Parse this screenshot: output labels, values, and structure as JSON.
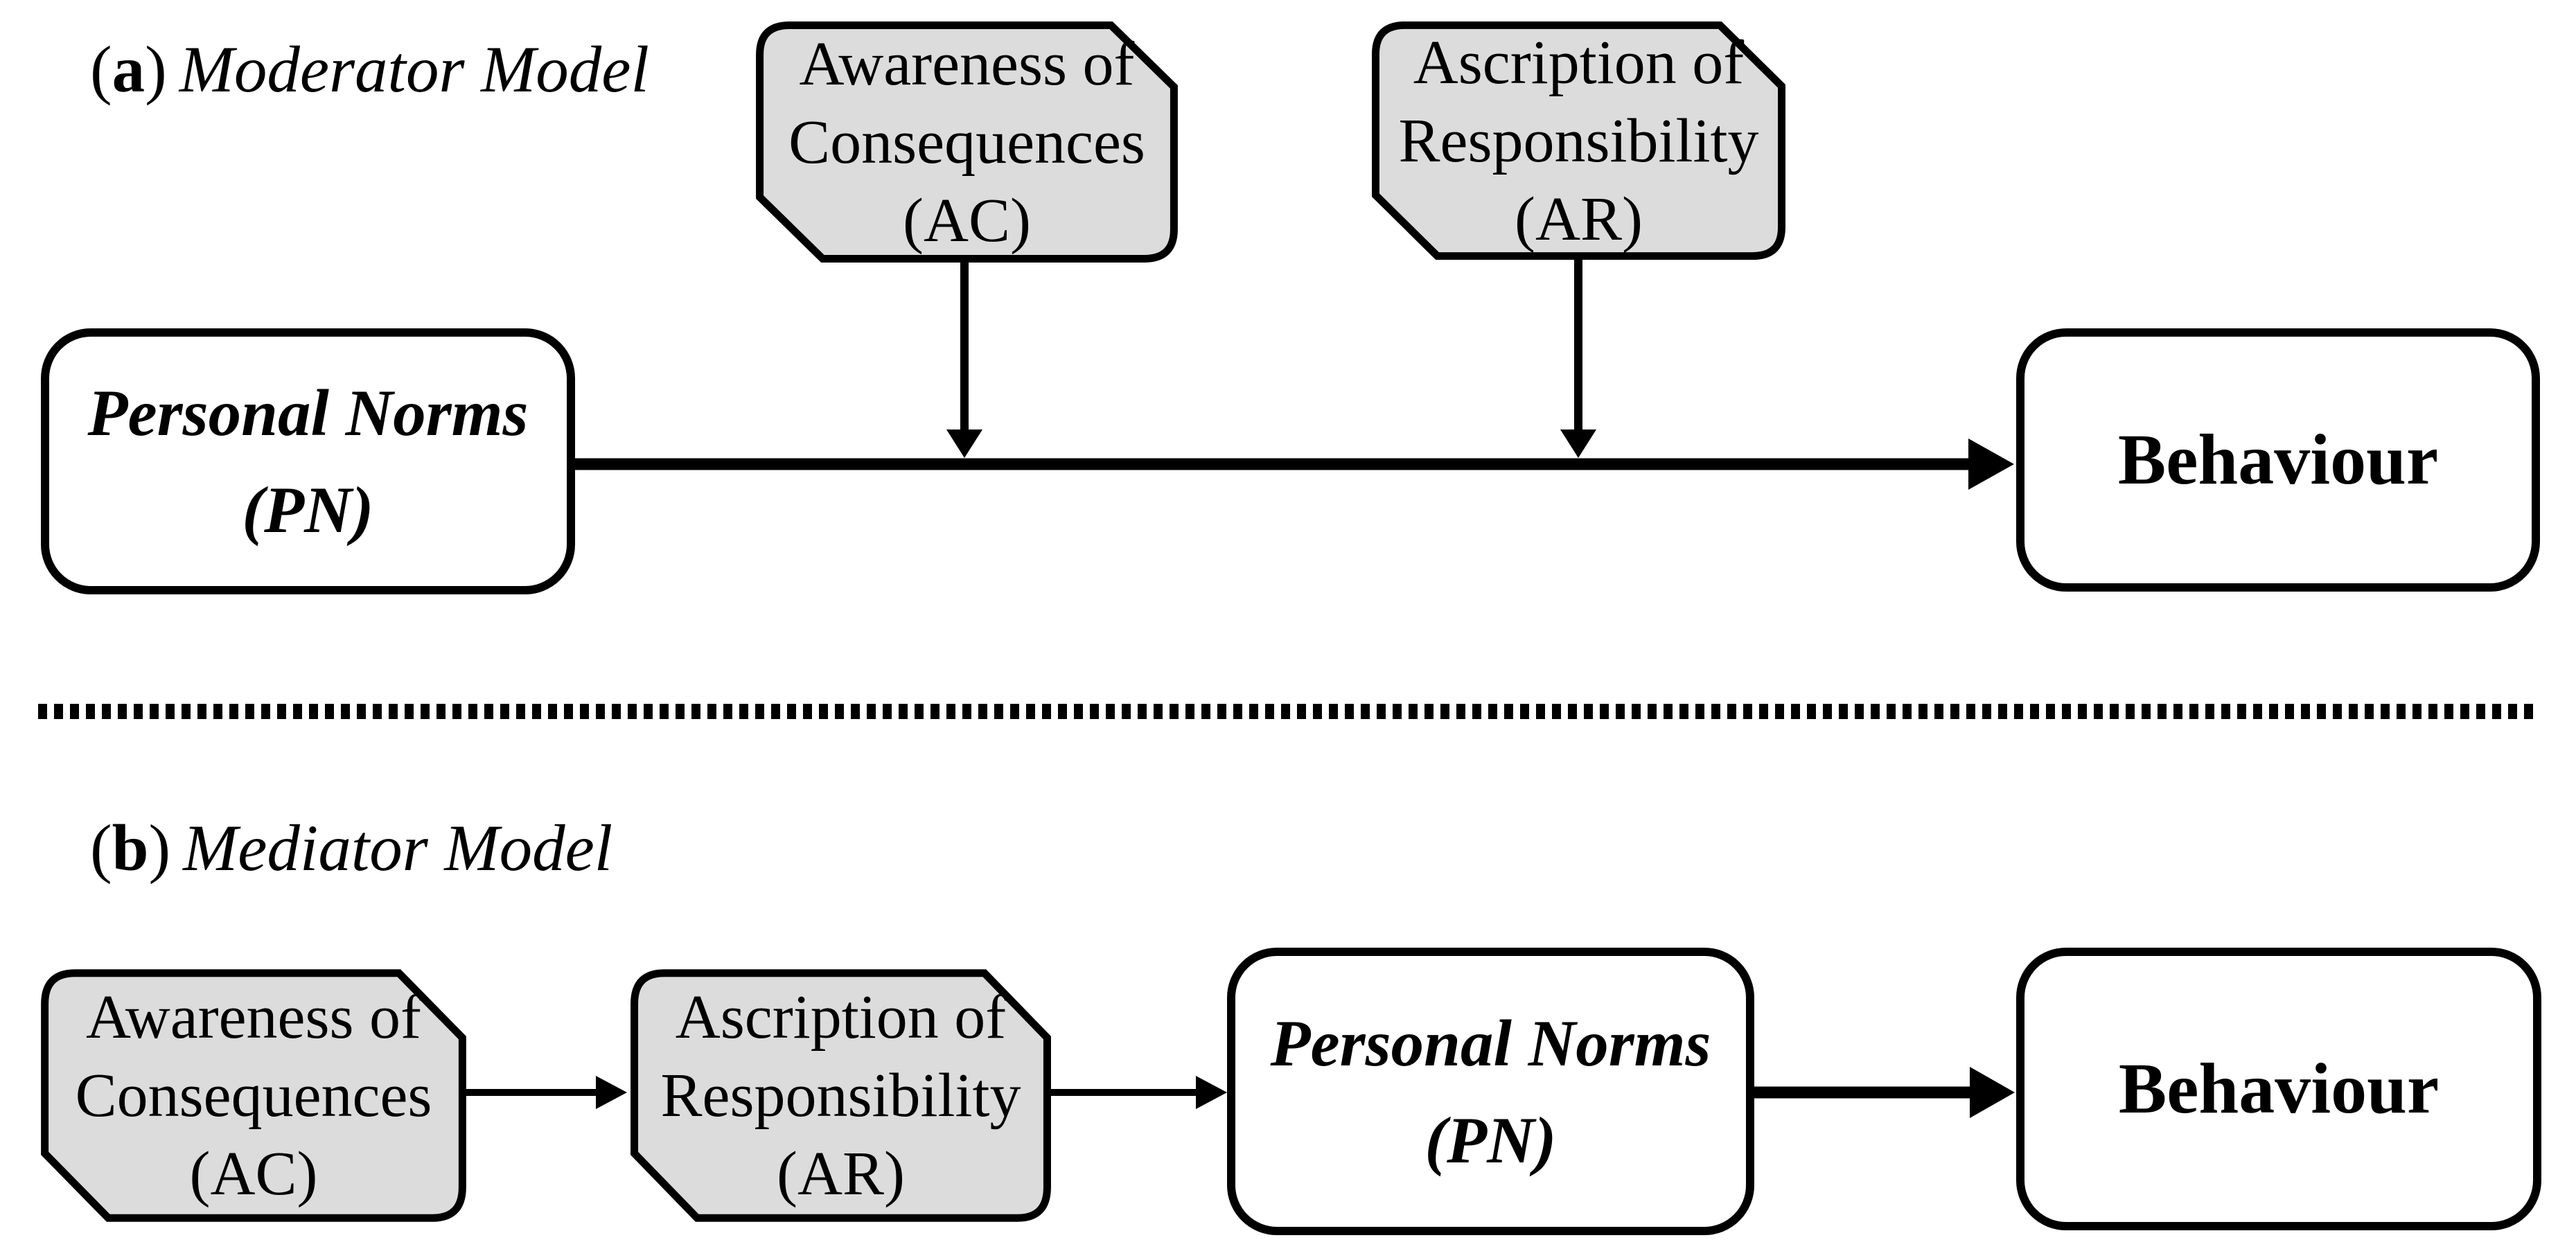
{
  "colors": {
    "ink": "#000000",
    "gray_fill": "#dcdcdc",
    "white_fill": "#ffffff"
  },
  "section_a": {
    "label": {
      "open": "(",
      "letter": "a",
      "close": ")"
    },
    "title": "Moderator Model",
    "ac": {
      "lines": [
        "Awareness of",
        "Consequences",
        "(AC)"
      ]
    },
    "ar": {
      "lines": [
        "Ascription of",
        "Responsibility",
        "(AR)"
      ]
    },
    "pn": {
      "lines": [
        "Personal Norms",
        "(PN)"
      ]
    },
    "behaviour": {
      "label": "Behaviour"
    }
  },
  "section_b": {
    "label": {
      "open": "(",
      "letter": "b",
      "close": ")"
    },
    "title": "Mediator Model",
    "ac": {
      "lines": [
        "Awareness of",
        "Consequences",
        "(AC)"
      ]
    },
    "ar": {
      "lines": [
        "Ascription of",
        "Responsibility",
        "(AR)"
      ]
    },
    "pn": {
      "lines": [
        "Personal Norms",
        "(PN)"
      ]
    },
    "behaviour": {
      "label": "Behaviour"
    }
  }
}
